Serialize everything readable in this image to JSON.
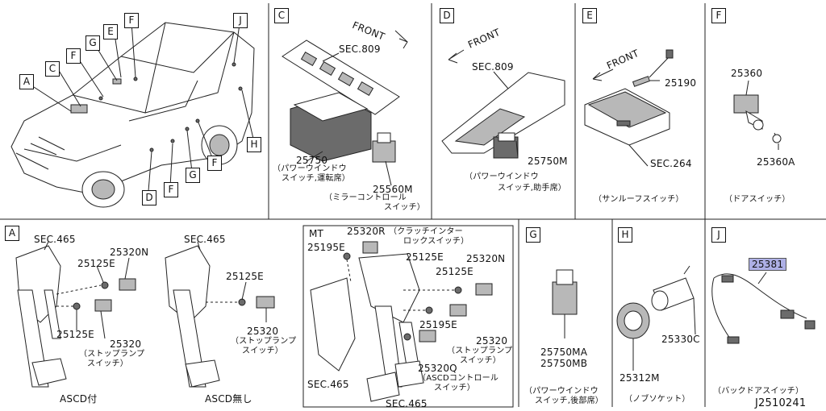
{
  "panels": {
    "vehicle": {
      "callouts": [
        "A",
        "C",
        "F",
        "G",
        "E",
        "F",
        "J",
        "H",
        "D",
        "F",
        "G",
        "F"
      ]
    },
    "C": {
      "letter": "C",
      "front": "FRONT",
      "sec": "SEC.809",
      "part": "25750",
      "name1": "（パワーウインドウ",
      "name2": "スイッチ,運転席）",
      "part2": "25560M",
      "name3": "（ミラーコントロール",
      "name4": "スイッチ）"
    },
    "D": {
      "letter": "D",
      "front": "FRONT",
      "sec": "SEC.809",
      "part": "25750M",
      "name1": "（パワーウインドウ",
      "name2": "スイッチ,助手席）"
    },
    "E": {
      "letter": "E",
      "front": "FRONT",
      "part": "25190",
      "sec": "SEC.264",
      "name": "（サンルーフスイッチ）"
    },
    "F": {
      "letter": "F",
      "part1": "25360",
      "part2": "25360A",
      "name": "（ドアスイッチ）"
    },
    "A": {
      "letter": "A",
      "left": {
        "sec": "SEC.465",
        "p1": "25320N",
        "p2": "25125E",
        "p3": "25125E",
        "p4": "25320",
        "name1": "（ストップランプ",
        "name2": "スイッチ）",
        "caption": "ASCD付"
      },
      "mid": {
        "sec": "SEC.465",
        "p1": "25125E",
        "p2": "25320",
        "name1": "（ストップランプ",
        "name2": "スイッチ）",
        "caption": "ASCD無し"
      },
      "mt": {
        "tag": "MT",
        "p1": "25320R",
        "n1a": "（クラッチインター",
        "n1b": "ロックスイッチ）",
        "p2": "25195E",
        "p3": "25125E",
        "p4": "25320N",
        "p5": "25125E",
        "p6": "25195E",
        "p7": "25320",
        "n7a": "（ストップランプ",
        "n7b": "スイッチ）",
        "p8": "25320Q",
        "n8a": "（ASCDコントロール",
        "n8b": "スイッチ）",
        "sec1": "SEC.465",
        "sec2": "SEC.465"
      }
    },
    "G": {
      "letter": "G",
      "p1": "25750MA",
      "p2": "25750MB",
      "name1": "（パワーウインドウ",
      "name2": "スイッチ,後部席）"
    },
    "H": {
      "letter": "H",
      "p1": "25330C",
      "p2": "25312M",
      "name": "（ノブソケット）"
    },
    "J": {
      "letter": "J",
      "part": "25381",
      "name": "（バックドアスイッチ）"
    }
  },
  "drawing_id": "J2510241"
}
